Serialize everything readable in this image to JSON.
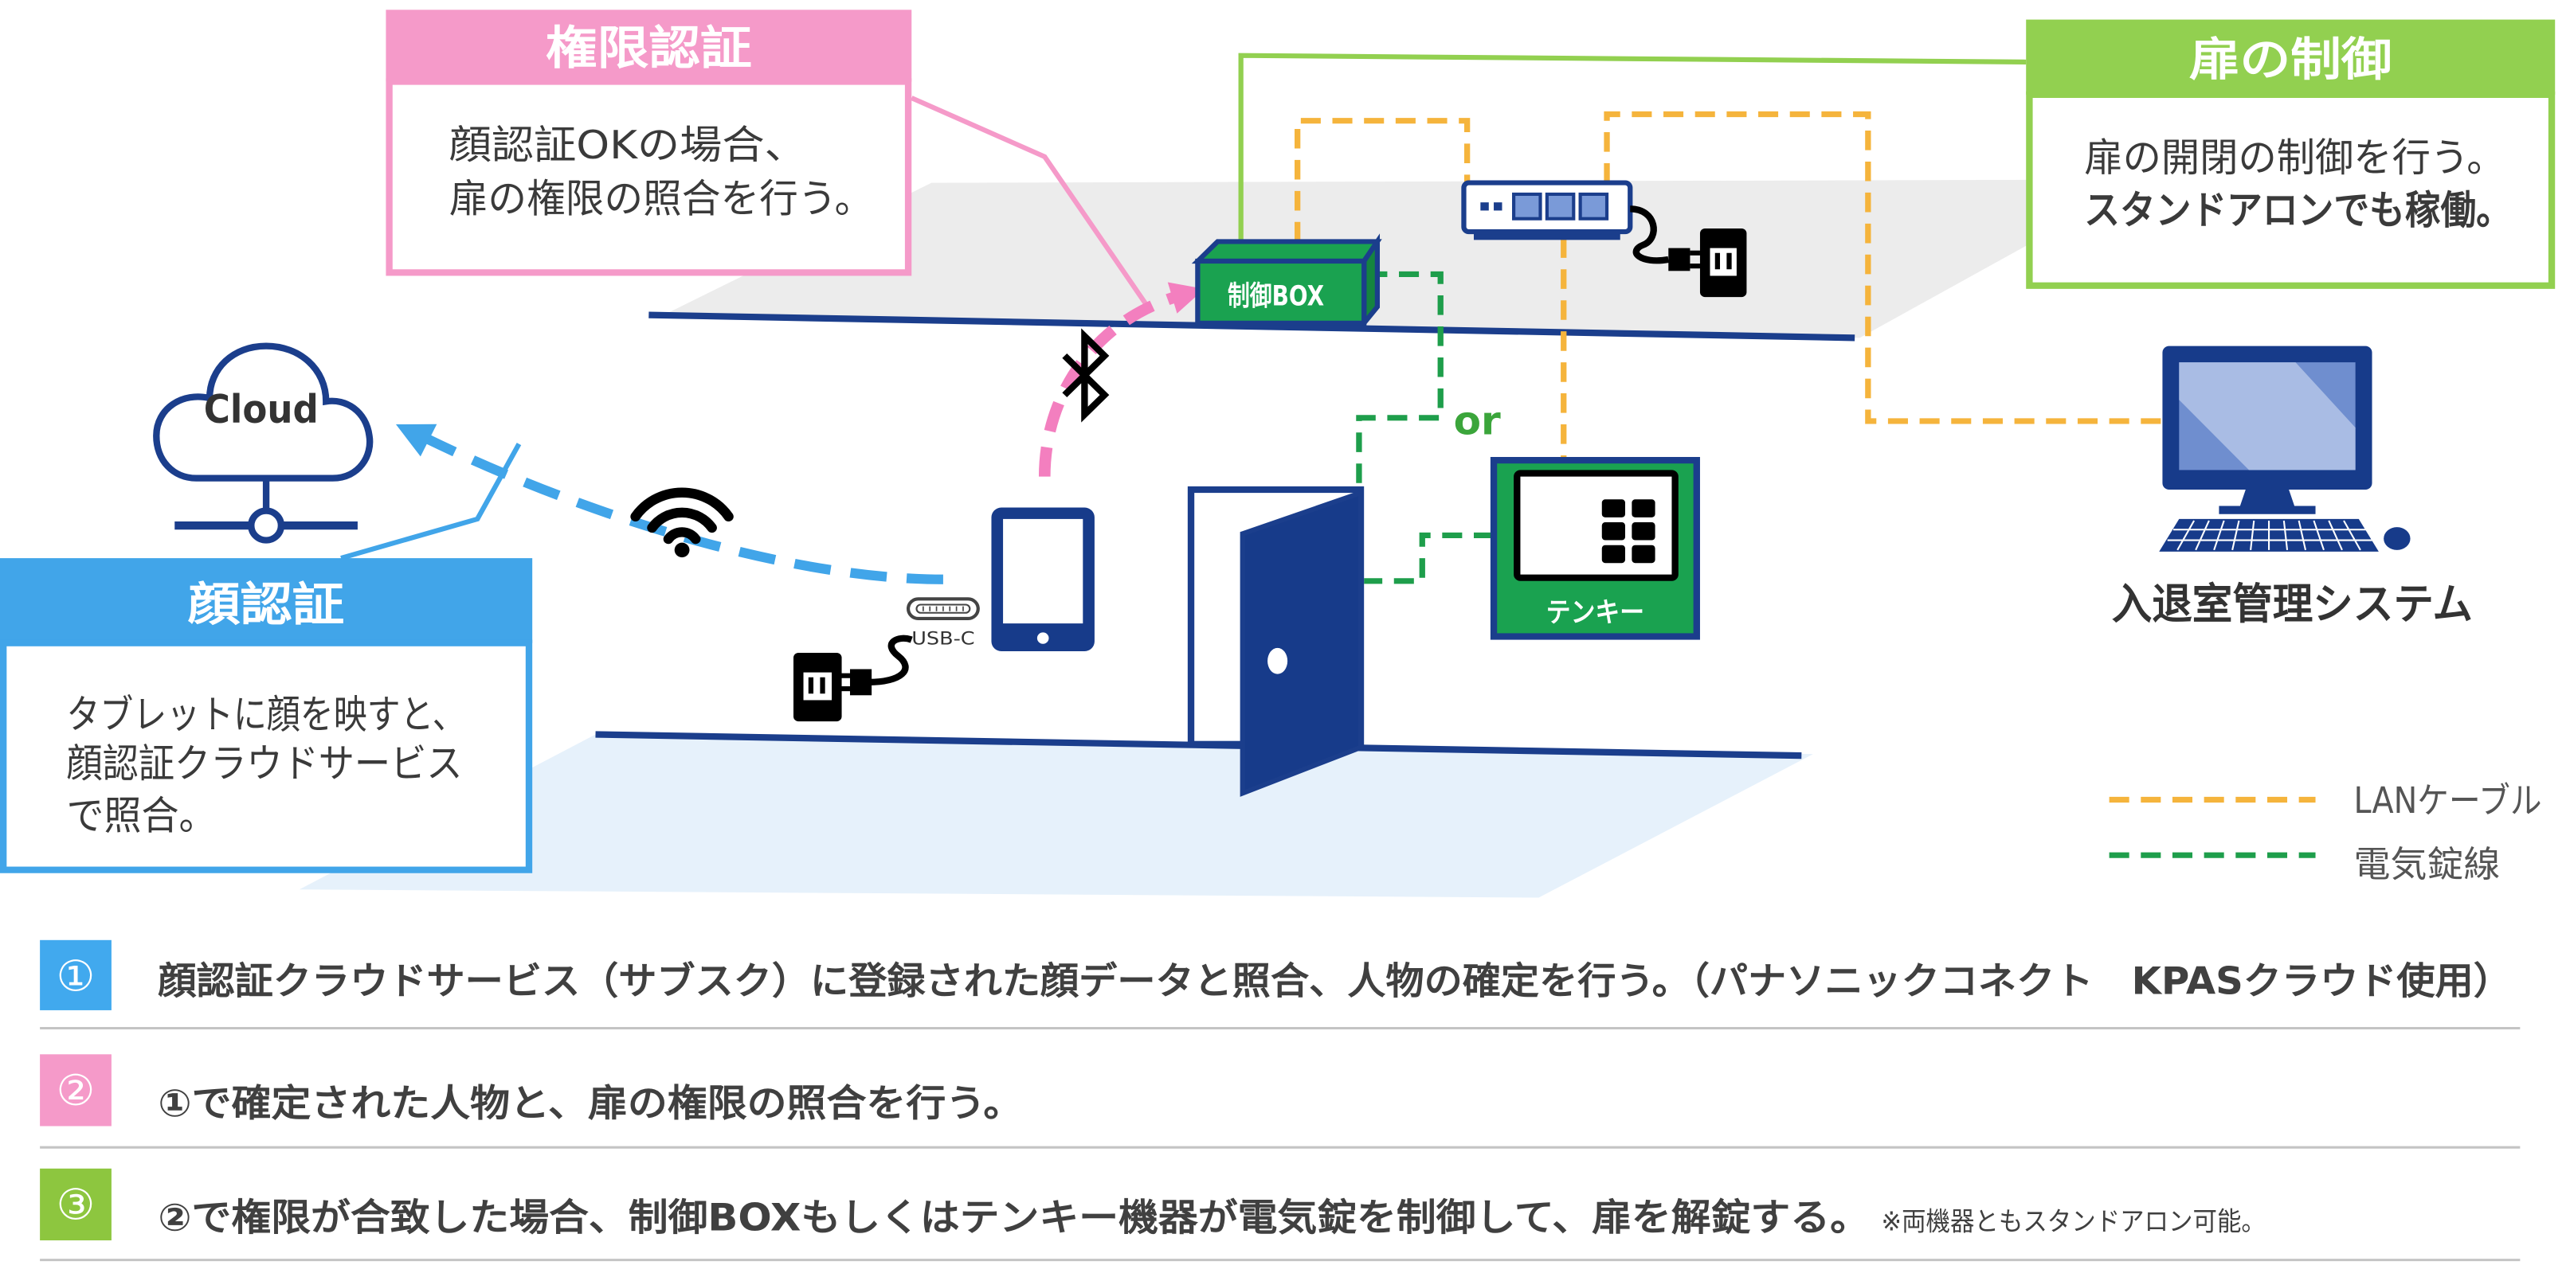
{
  "callouts": {
    "permission_auth": {
      "title": "権限認証",
      "lines": [
        "顔認証OKの場合、",
        "扉の権限の照合を行う。"
      ],
      "color": "#F59AC9"
    },
    "door_control": {
      "title": "扉の制御",
      "lines": [
        "扉の開閉の制御を行う。",
        "スタンドアロンでも稼働。"
      ],
      "color": "#92D050"
    },
    "face_auth": {
      "title": "顔認証",
      "lines": [
        "タブレットに顔を映すと、",
        "顔認証クラウドサービス",
        "で照合。"
      ],
      "color": "#41A5E9"
    }
  },
  "devices": {
    "cloud_label": "Cloud",
    "control_box_label": "制御BOX",
    "tenkey_label": "テンキー",
    "usb_label": "USB-C",
    "or_label": "or",
    "management_system_label": "入退室管理システム"
  },
  "legend": [
    {
      "label": "LANケーブル",
      "color": "#F5B43C"
    },
    {
      "label": "電気錠線",
      "color": "#1E9E4B"
    }
  ],
  "steps": [
    {
      "number": "①",
      "text": "顔認証クラウドサービス（サブスク）に登録された顔データと照合、人物の確定を行う。（パナソニックコネクト　KPASクラウド使用）",
      "color": "#41A9EE"
    },
    {
      "number": "②",
      "text": "①で確定された人物と、扉の権限の照合を行う。",
      "color": "#F59AC9"
    },
    {
      "number": "③",
      "text": "②で権限が合致した場合、制御BOXもしくはテンキー機器が電気錠を制御して、扉を解錠する。",
      "note": "※両機器ともスタンドアロン可能。",
      "color": "#8DC63F"
    }
  ],
  "icons": {
    "cloud": "cloud-icon",
    "network_node": "network-node-icon",
    "wifi": "wifi-icon",
    "bluetooth": "bluetooth-icon",
    "tablet": "tablet-icon",
    "usb_c": "usb-c-icon",
    "power_outlet": "power-outlet-icon",
    "power_plug": "power-plug-icon",
    "network_hub": "network-hub-icon",
    "control_box": "control-box-icon",
    "door": "door-icon",
    "tenkey": "tenkey-icon",
    "pc": "pc-icon"
  },
  "colors": {
    "navy": "#1B3E8C",
    "device_green": "#1AA250",
    "or_green": "#3BA53B",
    "floor_gray": "#ECECEC",
    "floor_blue": "#E6F1FB",
    "text": "#404040"
  }
}
